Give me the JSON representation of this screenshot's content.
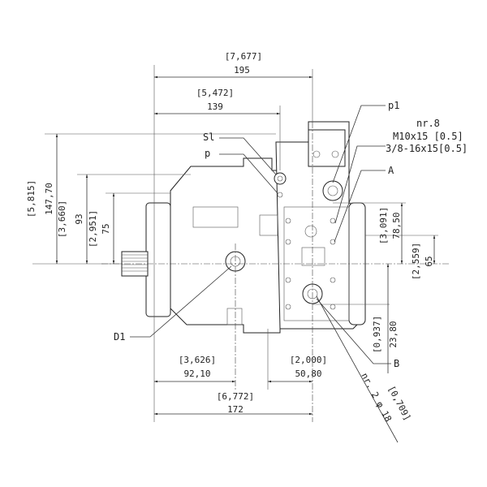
{
  "drawing": {
    "dimensions": {
      "overall_width": {
        "inch": "[7,677]",
        "mm": "195"
      },
      "width_to_port": {
        "inch": "[5,472]",
        "mm": "139"
      },
      "overall_height": {
        "inch": "[5,815]",
        "mm": "147,70"
      },
      "height_93": {
        "inch": "[3,660]",
        "mm": "93"
      },
      "height_75": {
        "inch": "[2,951]",
        "mm": "75"
      },
      "right_78": {
        "inch": "[3,091]",
        "mm": "78,50"
      },
      "right_65": {
        "inch": "[2,559]",
        "mm": "65"
      },
      "right_23": {
        "inch": "[0,937]",
        "mm": "23,80"
      },
      "bottom_92": {
        "inch": "[3,626]",
        "mm": "92,10"
      },
      "bottom_50": {
        "inch": "[2,000]",
        "mm": "50,80"
      },
      "bottom_172": {
        "inch": "[6,772]",
        "mm": "172"
      },
      "port_b_dia": {
        "inch": "[0,709]",
        "note": "nr. 2 φ 18"
      }
    },
    "labels": {
      "p1": "p1",
      "nr8": "nr.8",
      "thread_metric": "M10x15 [0.5]",
      "thread_imperial": "3/8-16x15[0.5]",
      "A": "A",
      "Sl": "Sl",
      "p": "p",
      "D1": "D1",
      "B": "B"
    }
  }
}
